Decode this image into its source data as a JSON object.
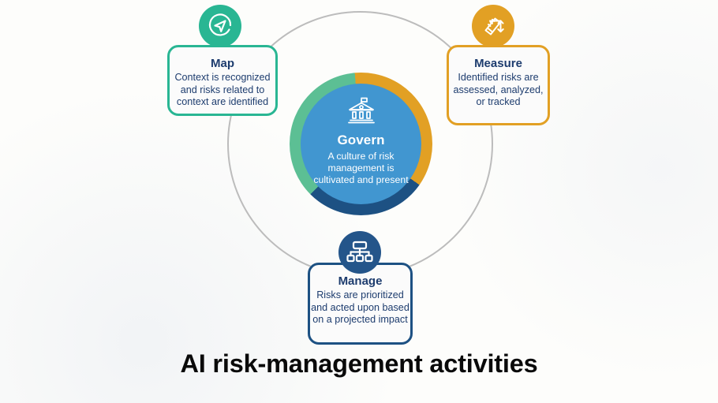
{
  "page_title": "AI risk-management activities",
  "colors": {
    "background": "#fdfdfb",
    "outer_ring": "#bcbcbc",
    "map_accent": "#29b693",
    "measure_accent": "#e2a024",
    "manage_accent": "#1d5183",
    "govern_core": "#4196d0",
    "text_navy": "#1d3c6e",
    "title_black": "#0a0a0a"
  },
  "center": {
    "title": "Govern",
    "description": "A culture of risk management is cultivated and present",
    "icon": "government-building-icon",
    "ring_segments": [
      {
        "name": "map",
        "color": "#5cbf94",
        "start_deg": 355,
        "end_deg": 225
      },
      {
        "name": "measure",
        "color": "#e2a024",
        "start_deg": 355,
        "end_deg": 125
      },
      {
        "name": "manage",
        "color": "#1d5183",
        "start_deg": 125,
        "end_deg": 225
      }
    ]
  },
  "cards": [
    {
      "id": "map",
      "title": "Map",
      "description": "Context is recognized and risks related to context are identified",
      "accent": "#29b693",
      "icon": "navigation-arrow-icon"
    },
    {
      "id": "measure",
      "title": "Measure",
      "description": "Identified risks are assessed, analyzed, or tracked",
      "accent": "#e2a024",
      "icon": "ruler-arrow-icon"
    },
    {
      "id": "manage",
      "title": "Manage",
      "description": "Risks are prioritized and acted upon based on a projected impact",
      "accent": "#1d5183",
      "icon": "org-chart-icon"
    }
  ]
}
